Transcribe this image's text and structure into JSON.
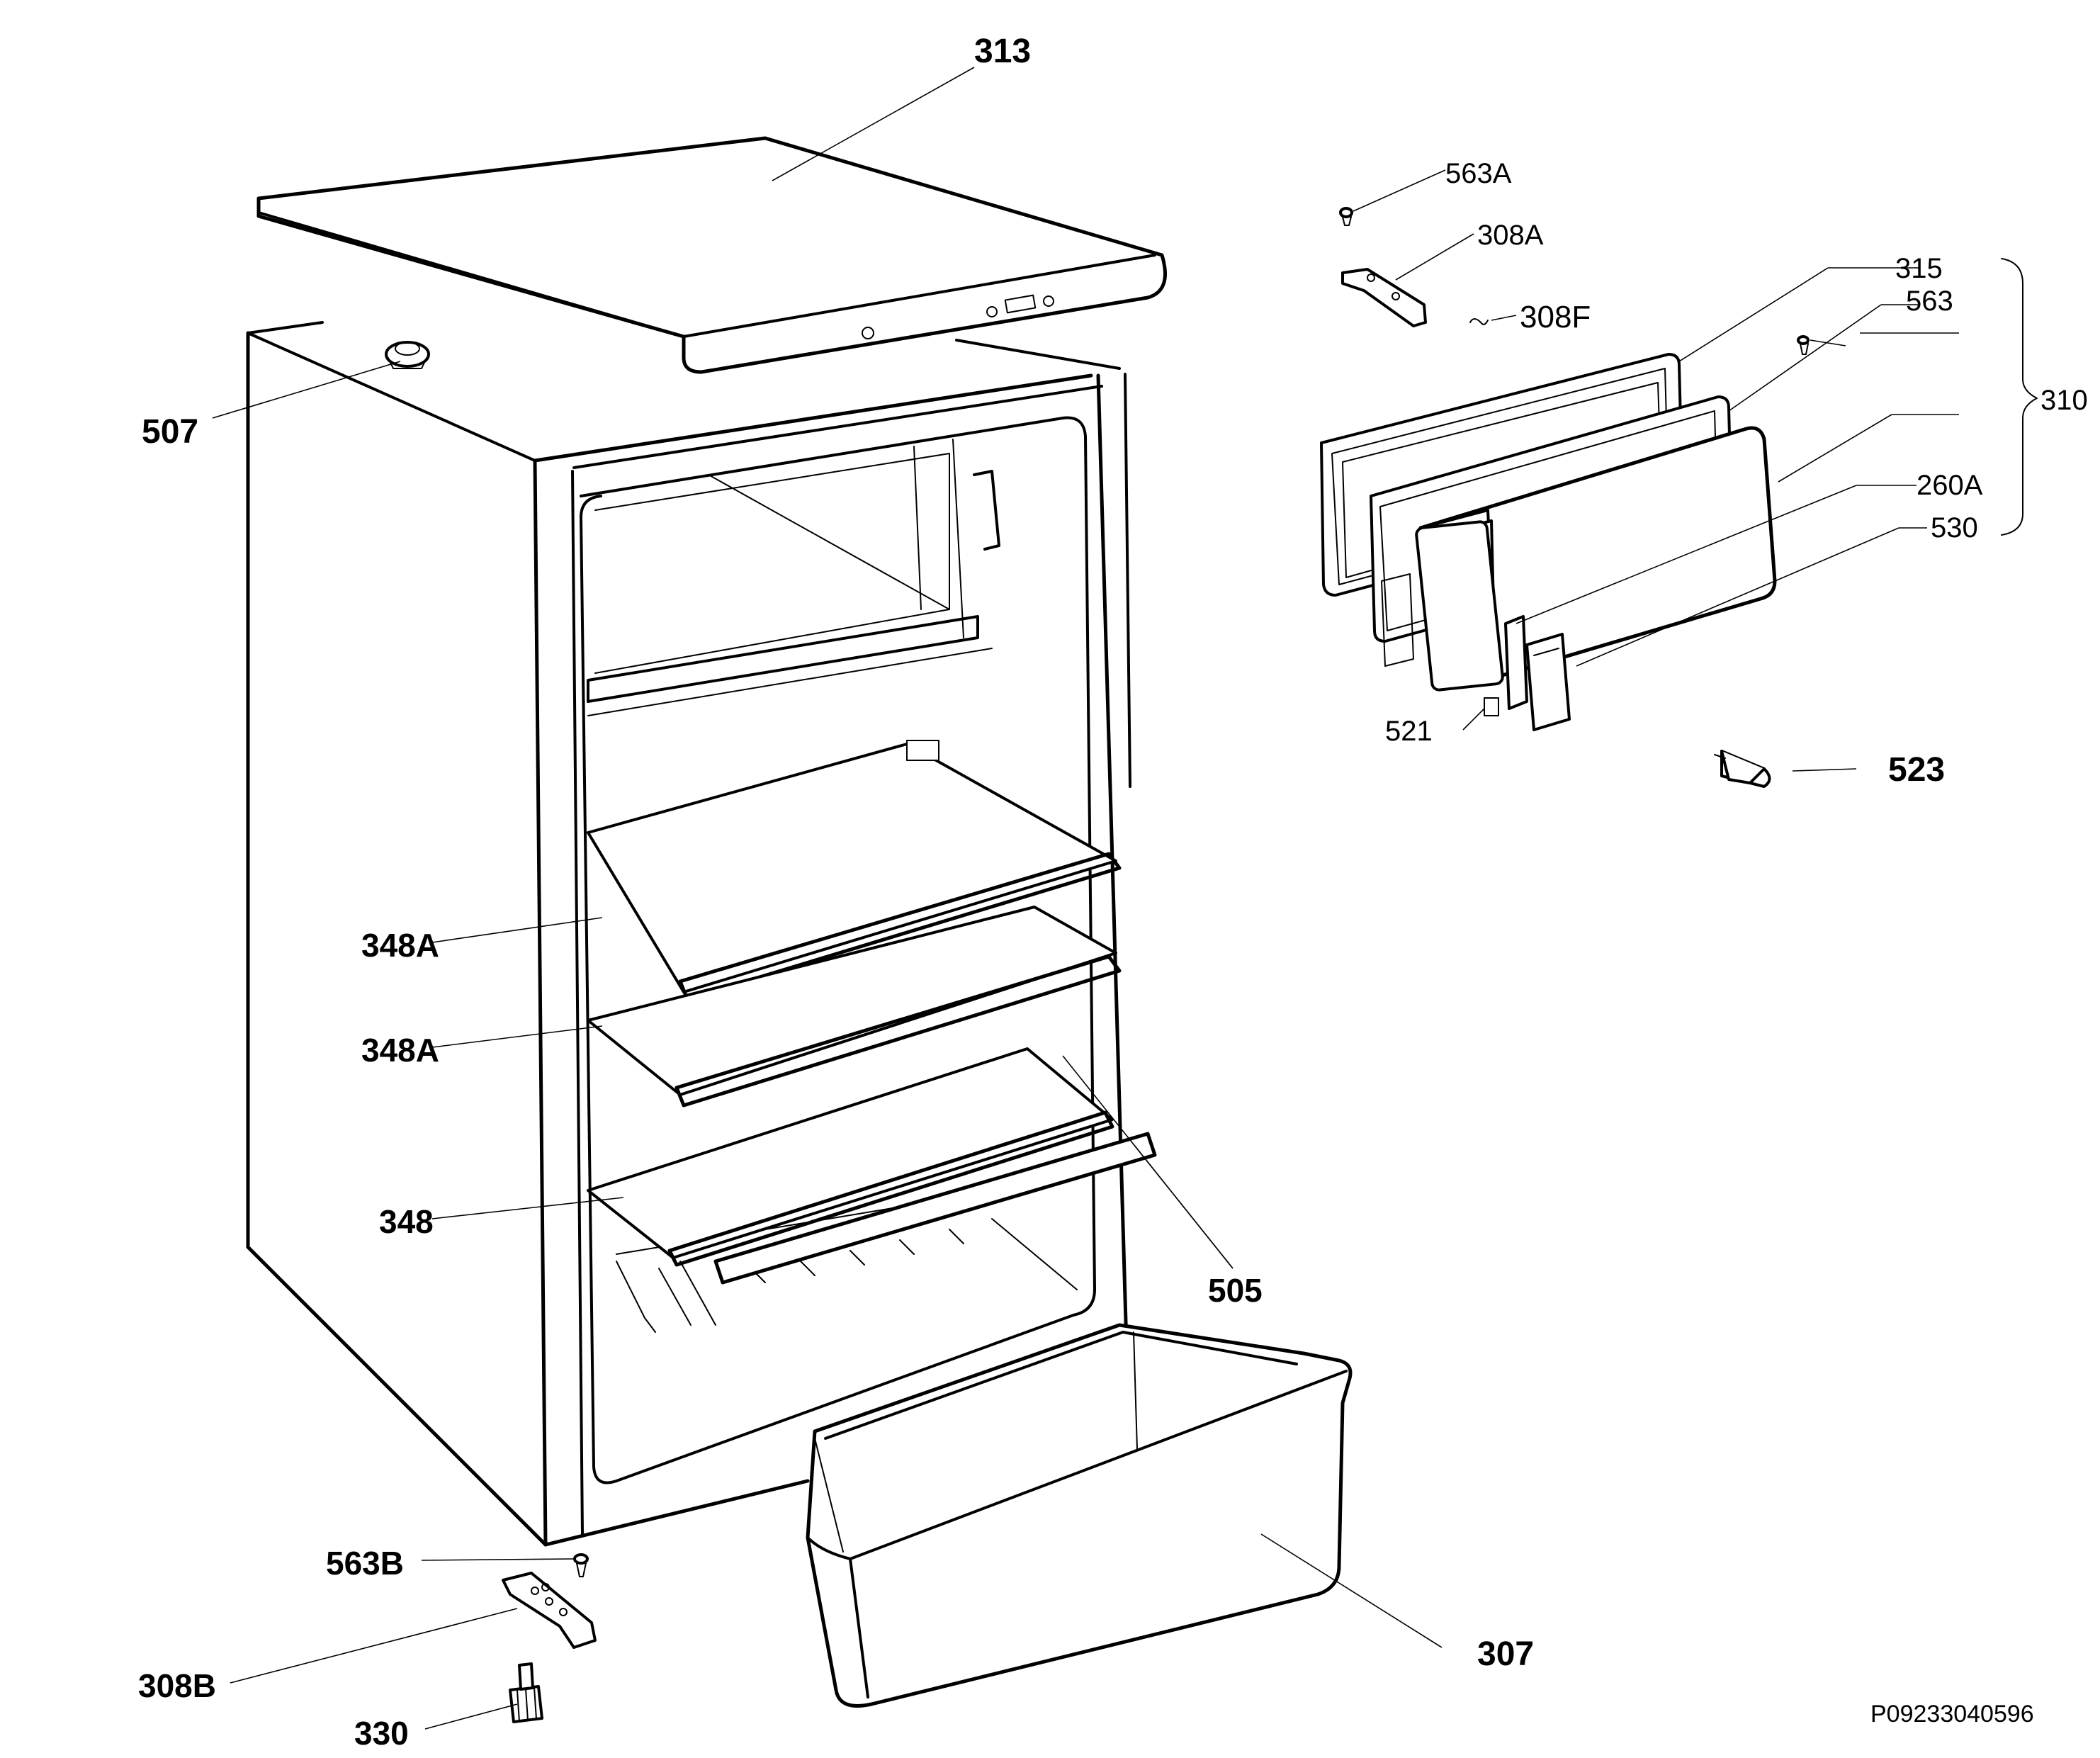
{
  "labels": {
    "l313": "313",
    "l507": "507",
    "l563A": "563A",
    "l308A": "308A",
    "l308F": "308F",
    "l315": "315",
    "l563": "563",
    "l310": "310",
    "l260A": "260A",
    "l530": "530",
    "l521": "521",
    "l523": "523",
    "l348A_1": "348A",
    "l348A_2": "348A",
    "l348": "348",
    "l505": "505",
    "l563B": "563B",
    "l308B": "308B",
    "l330": "330",
    "l307": "307",
    "drawing_code": "P09233040596"
  }
}
